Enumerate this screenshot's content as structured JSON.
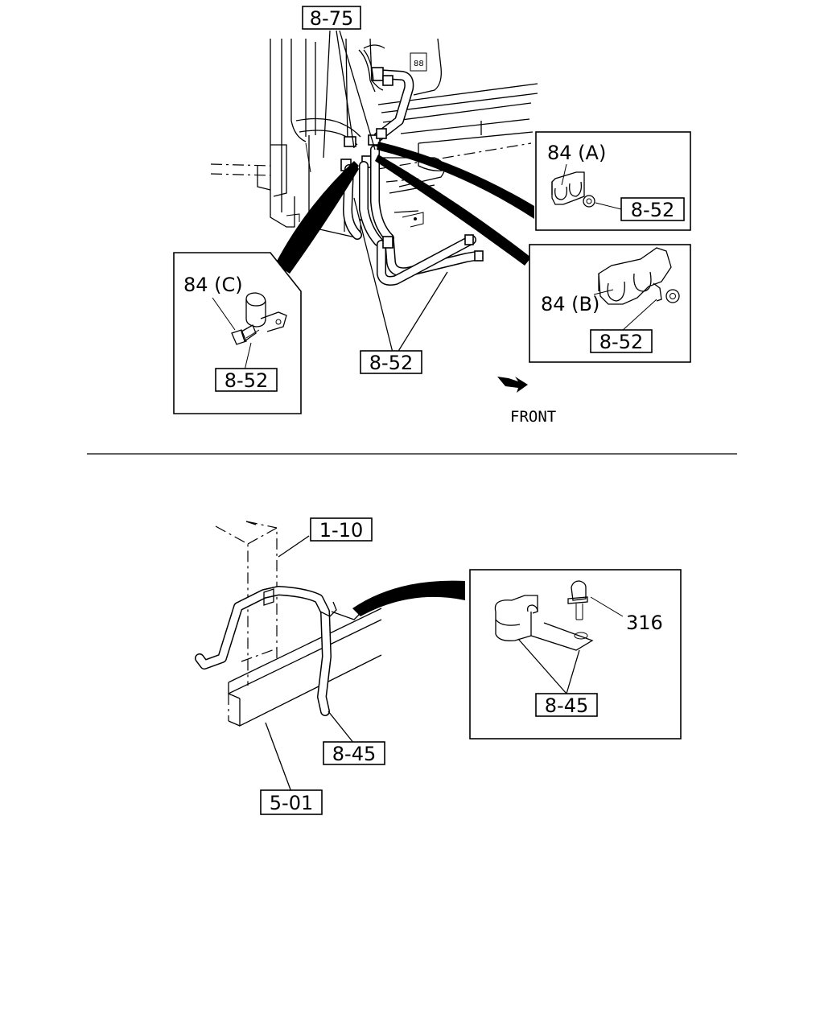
{
  "upper": {
    "callout_top": "8-75",
    "callout_center": "8-52",
    "front_label": "FRONT",
    "detail_a": {
      "part": "84 (A)",
      "ref": "8-52"
    },
    "detail_b": {
      "part": "84 (B)",
      "ref": "8-52"
    },
    "detail_c": {
      "part": "84 (C)",
      "ref": "8-52"
    }
  },
  "lower": {
    "callout_top": "1-10",
    "callout_hose": "8-45",
    "callout_frame": "5-01",
    "detail": {
      "part": "316",
      "ref": "8-45"
    }
  }
}
